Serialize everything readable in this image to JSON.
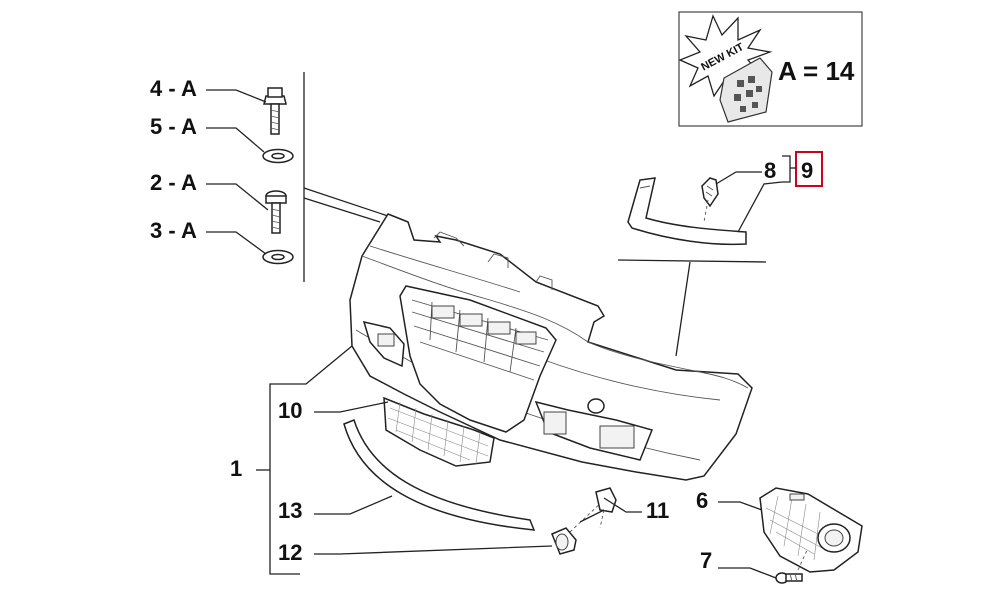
{
  "callouts": {
    "c1": "1",
    "c2": "2 - A",
    "c3": "3 - A",
    "c4": "4 - A",
    "c5": "5 - A",
    "c6": "6",
    "c7": "7",
    "c8": "8",
    "c9": "9",
    "c10": "10",
    "c11": "11",
    "c12": "12",
    "c13": "13"
  },
  "kit": {
    "badge": "NEW KIT",
    "label": "A = 14"
  },
  "highlight_color": "#d0021b"
}
